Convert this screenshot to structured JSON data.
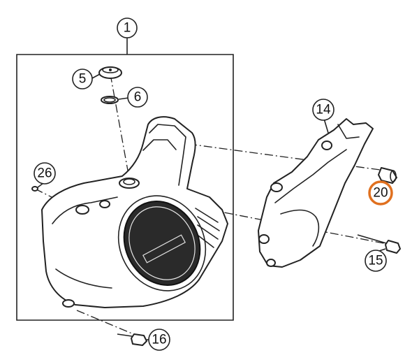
{
  "diagram": {
    "callouts": [
      {
        "id": "c1",
        "label": "1"
      },
      {
        "id": "c5",
        "label": "5"
      },
      {
        "id": "c6",
        "label": "6"
      },
      {
        "id": "c14",
        "label": "14"
      },
      {
        "id": "c15",
        "label": "15"
      },
      {
        "id": "c16",
        "label": "16"
      },
      {
        "id": "c20",
        "label": "20",
        "highlighted": true
      },
      {
        "id": "c26",
        "label": "26"
      }
    ],
    "colors": {
      "line": "#222222",
      "highlight": "#e0701f",
      "background": "#ffffff"
    }
  }
}
